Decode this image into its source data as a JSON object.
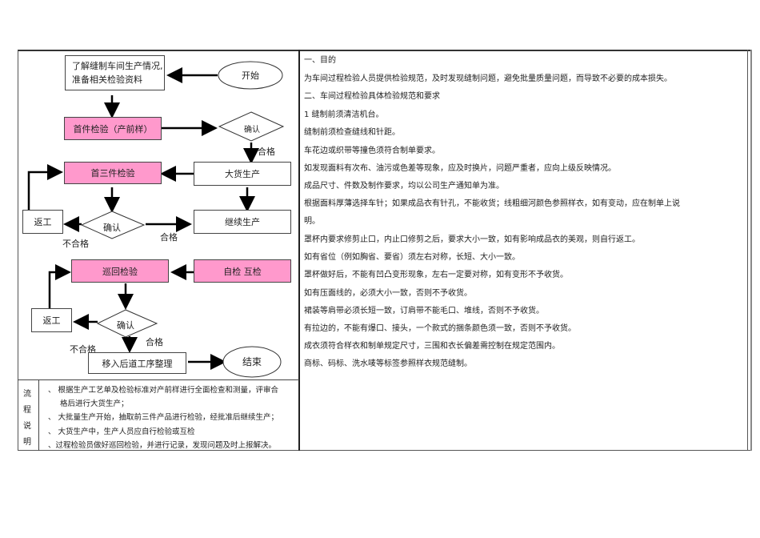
{
  "flowchart": {
    "start": "开始",
    "prepare": [
      "了解缝制车间生产情况,",
      "准备相关检验资料"
    ],
    "first_piece": "首件检验（产前样）",
    "confirm_1": "确认",
    "pass_1": "合格",
    "first_three": "首三件检验",
    "mass_production": "大货生产",
    "rework_1": "返工",
    "confirm_2": "确认",
    "fail_2": "不合格",
    "pass_2": "合格",
    "continue_production": "继续生产",
    "patrol_inspection": "巡回检验",
    "self_mutual_check": "自检  互检",
    "rework_2": "返工",
    "confirm_3": "确认",
    "pass_3": "合格",
    "fail_3": "不合格",
    "move_next": "移入后道工序整理",
    "end": "结束"
  },
  "notes": {
    "heading": [
      "流",
      "程",
      "说",
      "明"
    ],
    "items": [
      "、   根据生产工艺单及检验标准对产前样进行全面检查和测量，评审合",
      "格后进行大货生产；",
      "、   大批量生产开始，抽取前三件产品进行检验，经批准后继续生产；",
      "、   大货生产中，生产人员应自行检验或互检",
      "、过程检验员做好巡回检验，并进行记录，发现问题及时上报解决。"
    ]
  },
  "document": {
    "lines": [
      "一、目的",
      "为车间过程检验人员提供检验规范，及时发现缝制问题，避免批量质量问题，而导致不必要的成本损失。",
      "二、车间过程检验具体检验规范和要求",
      "1  缝制前须清洁机台。",
      "  缝制前须检查缝线和针距。",
      "  车花边或织带等撞色须符合制单要求。",
      "  如发现面料有次布、油污或色差等现象，应及时换片，问题严重者，应向上级反映情况。",
      "  成品尺寸、件数及制作要求，均以公司生产通知单为准。",
      "  根据面料厚薄选择车针；如果成品衣有针孔，不能收货；线粗细河颜色参照样衣，如有变动，应在制单上说",
      "明。",
      "  罩杯内要求修剪止口，内止口修剪之后，要求大小一致，如有影响成品衣的美观，则自行返工。",
      "  如有省位（例如胸省、要省）须左右对称，长短、大小一致。",
      "  罩杯做好后，不能有凹凸变形现象，左右一定要对称，如有变形不予收货。",
      "   如有压面线的，必须大小一致，否则不予收货。",
      "   裙装等肩带必须长短一致，订肩带不能毛口、堆线，否则不予收货。",
      "   有拉边的，不能有爆口、接头，一个款式的捆条颜色须一致，否则不予收货。",
      "   成衣须符合样衣和制单规定尺寸，三围和衣长偏差需控制在规定范围内。",
      "   商标、码标、洗水唛等标签参照样衣规范缝制。"
    ]
  },
  "colors": {
    "pink_box": "#ff99cc",
    "line": "#000000"
  }
}
